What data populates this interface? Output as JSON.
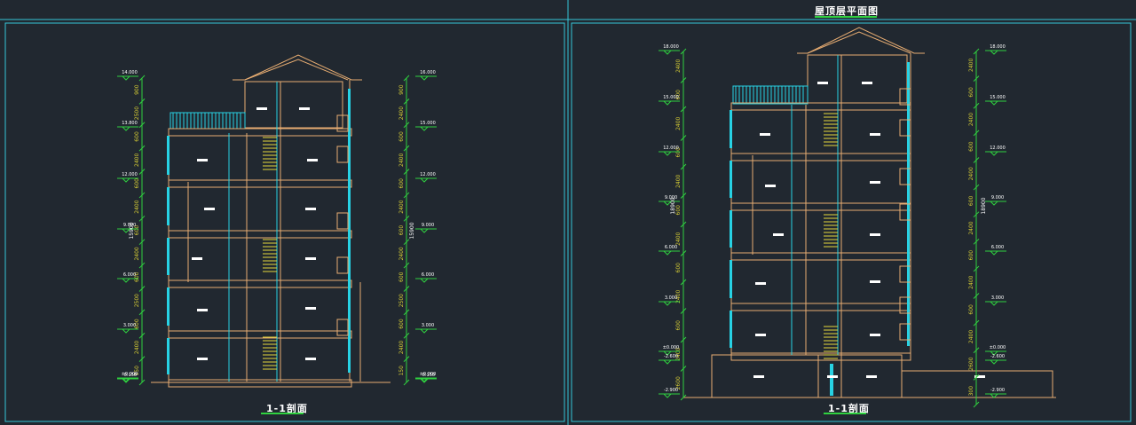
{
  "sheet": {
    "right_title": "屋顶层平面图"
  },
  "left_section": {
    "title": "1-1剖面",
    "total_height_label": "15900",
    "elev_left": [
      "14.000",
      "13.800",
      "12.000",
      "9.000",
      "6.000",
      "3.000",
      "±0.000",
      "-0.150"
    ],
    "elev_right": [
      "16.000",
      "15.000",
      "12.000",
      "9.000",
      "6.000",
      "3.000",
      "±0.000",
      "-0.150"
    ],
    "dims_left": [
      "900",
      "2500",
      "600",
      "2400",
      "600",
      "2400",
      "600",
      "2400",
      "600",
      "2500",
      "600",
      "2400",
      "150"
    ],
    "dims_right": [
      "900",
      "2400",
      "600",
      "2400",
      "600",
      "2400",
      "600",
      "2400",
      "600",
      "2500",
      "600",
      "2400",
      "150"
    ]
  },
  "right_section": {
    "title": "1-1剖面",
    "total_height_label": "18900",
    "elev_left": [
      "18.000",
      "15.000",
      "12.000",
      "9.000",
      "6.000",
      "3.000",
      "±0.000",
      "-2.600",
      "-2.900"
    ],
    "elev_right": [
      "18.000",
      "15.000",
      "12.000",
      "9.000",
      "6.000",
      "3.000",
      "±0.000",
      "-2.600",
      "-2.900"
    ],
    "dims_left": [
      "2400",
      "600",
      "2400",
      "600",
      "2400",
      "600",
      "2400",
      "600",
      "2400",
      "600",
      "2400",
      "2600"
    ],
    "dims_right": [
      "2400",
      "600",
      "2400",
      "600",
      "2400",
      "600",
      "2400",
      "600",
      "2400",
      "600",
      "2400",
      "2600",
      "300"
    ]
  },
  "colors": {
    "background": "#212830",
    "frame": "#35c6d8",
    "wall": "#e8ad72",
    "glass": "#27d2e4",
    "dimension": "#2fd13f",
    "tick_text": "#d7ce34",
    "text": "#ffffff"
  }
}
